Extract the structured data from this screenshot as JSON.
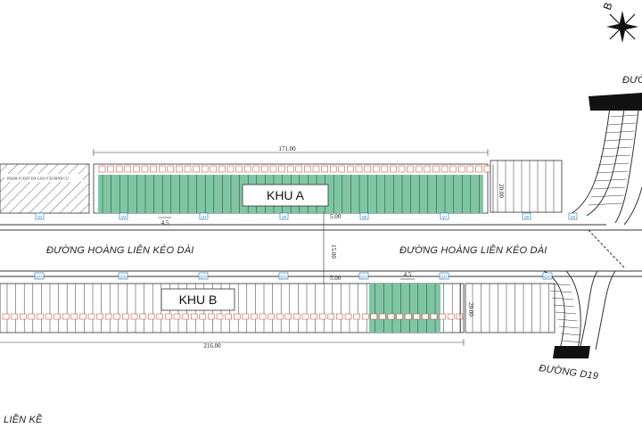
{
  "compass": {
    "letter": "B"
  },
  "roads": {
    "main_left": "ĐƯỜNG HOÀNG LIÊN KÉO DÀI",
    "main_right": "ĐƯỜNG HOÀNG LIÊN KÉO DÀI",
    "top_right": "ĐƯỜNG",
    "bottom_right": "ĐƯỜNG D19"
  },
  "zones": {
    "a": "KHU A",
    "b": "KHU B"
  },
  "note_top_left": "PHẠM VI ĐẤT ĐÃ GIAO TÁI ĐỊNH CƯ",
  "dimensions": {
    "khu_a_length": "171.00",
    "khu_b_length": "216.00",
    "khu_a_depth": "20.00",
    "khu_b_depth": "20.00",
    "road_width": "15.00",
    "sidewalk_top": "5.00",
    "sidewalk_bottom": "5.00",
    "lot_width_a": "4.5",
    "lot_width_b": "4.5"
  },
  "poles_top": [
    "Q2",
    "Q3",
    "Q4",
    "Q5",
    "Q6",
    "Q7",
    "Q8",
    "Q9"
  ],
  "poles_bottom": [
    "Q15",
    "Q16",
    "Q14",
    "Q13",
    "Q12",
    "Q11",
    "Q10"
  ],
  "legend_bottom": "LIỀN KỀ",
  "colors": {
    "green_fill": "#7fc7a4",
    "pole": "#1a73b8",
    "lot_marker": "#c0392b",
    "line": "#333333"
  }
}
